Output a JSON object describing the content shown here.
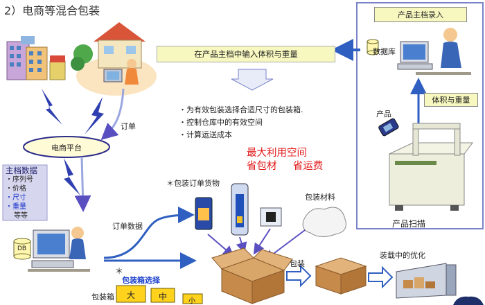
{
  "title": "2）电商等混合包装",
  "banner": "在产品主档中输入体积与重量",
  "bullets": [
    "为有效包装选择合适尺寸的包装箱.",
    "控制仓库中的有效空间",
    "计算运送成本"
  ],
  "right_panel": {
    "title": "产品主档录入",
    "database": "数据库",
    "vol_weight": "体积与重量",
    "product": "产品",
    "scan": "产品扫描"
  },
  "platform": "电商平台",
  "order": "订单",
  "master_data": {
    "title": "主档数据",
    "items": [
      "・序列号",
      "・价格",
      "・尺寸",
      "・重量",
      "等等"
    ],
    "highlight_color": "#1a33cc"
  },
  "db_label": "DB",
  "order_data": "订单数据",
  "pack_goods": "＊包装订单货物",
  "slogan": {
    "line1": "最大利用空间",
    "line2a": "省包材",
    "line2b": "省运费",
    "color": "#e21a1a"
  },
  "materials": "包装材料",
  "star": "＊",
  "box_select": "包装箱选择",
  "box_label": "包装箱",
  "sizes": [
    "大",
    "中",
    "小"
  ],
  "pack": "包装",
  "loading": "装载中的优化",
  "colors": {
    "accent_blue": "#1a3fcc",
    "box_yellow": "#ffd21e",
    "arrow_purple": "#4a3fb5",
    "bolt": "#2f3fb0"
  }
}
